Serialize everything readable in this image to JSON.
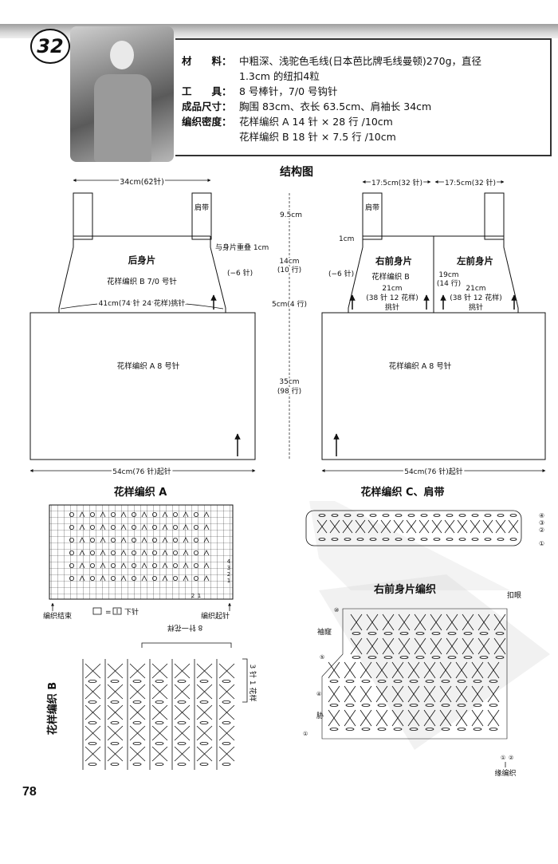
{
  "pattern_number": "32",
  "materials": {
    "label": "材　　料：",
    "line1": "中粗深、浅驼色毛线(日本芭比牌毛线曼顿)270g，直径",
    "line2": "1.3cm 的纽扣4粒"
  },
  "tools": {
    "label": "工　　具：",
    "value": "8 号棒针，7/0 号钩针"
  },
  "size": {
    "label": "成品尺寸：",
    "value": "胸围 83cm、衣长 63.5cm、肩袖长 34cm"
  },
  "gauge": {
    "label": "编织密度：",
    "line1": "花样编织 A  14 针 × 28 行 /10cm",
    "line2": "花样编织 B  18 针 × 7.5 行 /10cm"
  },
  "diagram": {
    "title": "结构图",
    "back": {
      "name": "后身片",
      "top_width": "34cm(62针)",
      "strap_label": "肩带",
      "strap_height": "9.5cm",
      "overlap_note": "与身片重叠 1cm",
      "yoke_pattern": "花样编织 B  7/0 号针",
      "decrease": "(−6 针)",
      "yoke_height": "14cm",
      "yoke_rows": "(10 行)",
      "pickup": "41cm(74 针 24 花样)挑针",
      "band_height": "5cm(4 行)",
      "body_pattern": "花样编织 A  8 号针",
      "body_height": "35cm",
      "body_rows": "(98 行)",
      "cast_on": "54cm(76 针)起针"
    },
    "front": {
      "half_width_left": "17.5cm(32 针)",
      "half_width_right": "17.5cm(32 针)",
      "strap_label": "肩带",
      "overlap": "1cm",
      "right_name": "右前身片",
      "left_name": "左前身片",
      "yoke_pattern": "花样编织 B",
      "decrease": "(−6 针)",
      "center_height": "19cm",
      "center_rows": "(14 行)",
      "pickup_w_left": "21cm",
      "pickup_left": "(38 针 12 花样)",
      "pickup_w_right": "21cm",
      "pickup_right": "(38 针 12 花样)",
      "pickup_label": "挑针",
      "body_pattern": "花样编织 A  8 号针",
      "cast_on": "54cm(76 针)起针"
    }
  },
  "chart_a": {
    "title": "花样编织 A",
    "row_numbers": [
      "4",
      "3",
      "2",
      "1"
    ],
    "col_numbers": [
      "2",
      "1"
    ],
    "end_label": "编织结束",
    "start_label": "编织起针",
    "legend_eq": "=",
    "legend_text": "下针"
  },
  "chart_b": {
    "title": "花样编织 B",
    "repeat_label": "8 针一花样",
    "row_repeat": "3 针 1 花样"
  },
  "chart_c": {
    "title": "花样编织 C、肩带",
    "rows": [
      "④",
      "③",
      "②",
      "①"
    ]
  },
  "right_front_chart": {
    "title": "右前身片编织",
    "buttonhole": "扣眼",
    "armhole": "袖窿",
    "side": "胁",
    "rows": [
      "⑩",
      "⑤",
      "④",
      "①",
      "①",
      "②"
    ],
    "edge": "缘编织"
  },
  "page_number": "78"
}
